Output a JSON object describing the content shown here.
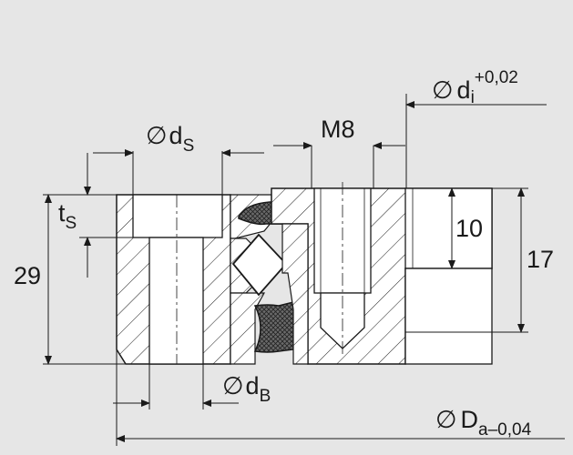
{
  "labels": {
    "inner_diameter": "d",
    "inner_diameter_sub": "i",
    "inner_diameter_tol": "+0,02",
    "thread": "M8",
    "screw_head_diameter": "d",
    "screw_head_diameter_sub": "S",
    "screw_head_depth": "t",
    "screw_head_depth_sub": "S",
    "height": "29",
    "recess_depth": "10",
    "inner_ring_height": "17",
    "bore_diameter": "d",
    "bore_diameter_sub": "B",
    "outer_diameter": "D",
    "outer_diameter_sub": "a–0,04",
    "diameter_symbol": "∅"
  },
  "colors": {
    "background": "#e6e6e6",
    "part_fill": "#ffffff",
    "line": "#1a1a1a",
    "seal_fill": "#555555"
  }
}
